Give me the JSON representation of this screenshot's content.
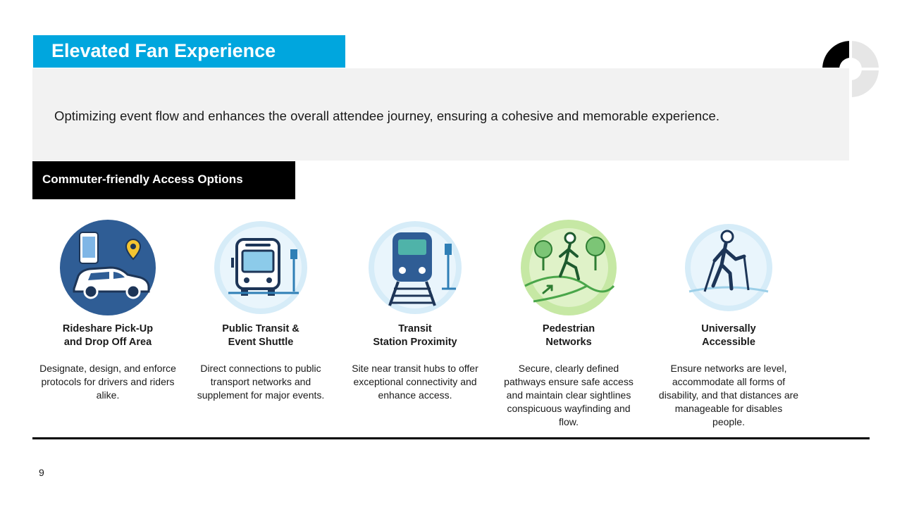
{
  "slide": {
    "title": "Elevated Fan Experience",
    "intro": "Optimizing event flow and enhances the overall attendee journey, ensuring a cohesive and memorable experience.",
    "section_heading": "Commuter-friendly Access Options",
    "page_number": "9"
  },
  "colors": {
    "title_bar": "#00a6de",
    "intro_background": "#f2f2f2",
    "section_bar": "#000000",
    "icon_blue_dark": "#2f5d95",
    "icon_green": "#a8d87a"
  },
  "options": [
    {
      "icon": "rideshare-car-phone-icon",
      "label_line1": "Rideshare Pick-Up",
      "label_line2": "and Drop Off Area",
      "desc": "Designate, design, and enforce protocols for drivers and riders alike."
    },
    {
      "icon": "bus-shuttle-icon",
      "label_line1": "Public Transit &",
      "label_line2": "Event Shuttle",
      "desc": "Direct connections to public transport networks and supplement for major events."
    },
    {
      "icon": "train-station-icon",
      "label_line1": "Transit",
      "label_line2": "Station Proximity",
      "desc": "Site near transit hubs to offer exceptional connectivity and enhance access."
    },
    {
      "icon": "pedestrian-walking-icon",
      "label_line1": "Pedestrian",
      "label_line2": "Networks",
      "desc": "Secure, clearly defined pathways ensure safe access and maintain clear sightlines conspicuous wayfinding  and flow."
    },
    {
      "icon": "accessible-walker-icon",
      "label_line1": "Universally",
      "label_line2": "Accessible",
      "desc": "Ensure networks are level, accommodate all forms of disability, and that distances are manageable for disables people."
    }
  ]
}
